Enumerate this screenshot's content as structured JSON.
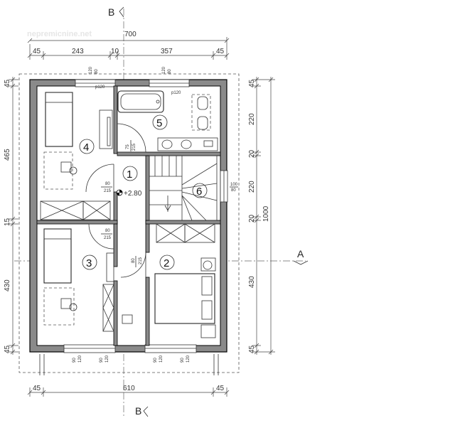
{
  "watermark": "nepremicnine.net",
  "sections": {
    "b_top": "B",
    "b_bottom": "B",
    "a_right": "A"
  },
  "top_dims": {
    "overall": "700",
    "d1": "45",
    "d2": "243",
    "d3": "10",
    "d4": "357",
    "d5": "45"
  },
  "bottom_dims": {
    "d1": "45",
    "d2": "610",
    "d3": "45"
  },
  "left_dims": {
    "d1": "45",
    "d2": "465",
    "d3": "15",
    "d4": "430",
    "d5": "45"
  },
  "right_dims": {
    "d1": "45",
    "d2": "220",
    "d3": "20",
    "d4": "220",
    "d5": "20",
    "d6": "430",
    "d7": "45",
    "overall": "1000"
  },
  "rooms": {
    "r1": "1",
    "r2": "2",
    "r3": "3",
    "r4": "4",
    "r5": "5",
    "r6": "6"
  },
  "level": "+2.80",
  "doors": {
    "d_room4": {
      "w": "80",
      "h": "215"
    },
    "d_room3": {
      "w": "80",
      "h": "215"
    },
    "d_room2": {
      "w": "80",
      "h": "215"
    },
    "d_room5": {
      "w": "75",
      "h": "215"
    }
  },
  "window_labels": {
    "top_left_p": "p120",
    "top_right_p": "p120"
  },
  "window_top_left": {
    "a": "120",
    "b": "80"
  },
  "window_top_right": {
    "a": "120",
    "b": "80"
  },
  "window_right": {
    "a": "100",
    "b": "80"
  },
  "bottom_windows": {
    "w1": {
      "a": "90",
      "b": "120"
    },
    "w2": {
      "a": "90",
      "b": "120"
    },
    "w3": {
      "a": "90",
      "b": "120"
    },
    "w4": {
      "a": "90",
      "b": "120"
    }
  }
}
